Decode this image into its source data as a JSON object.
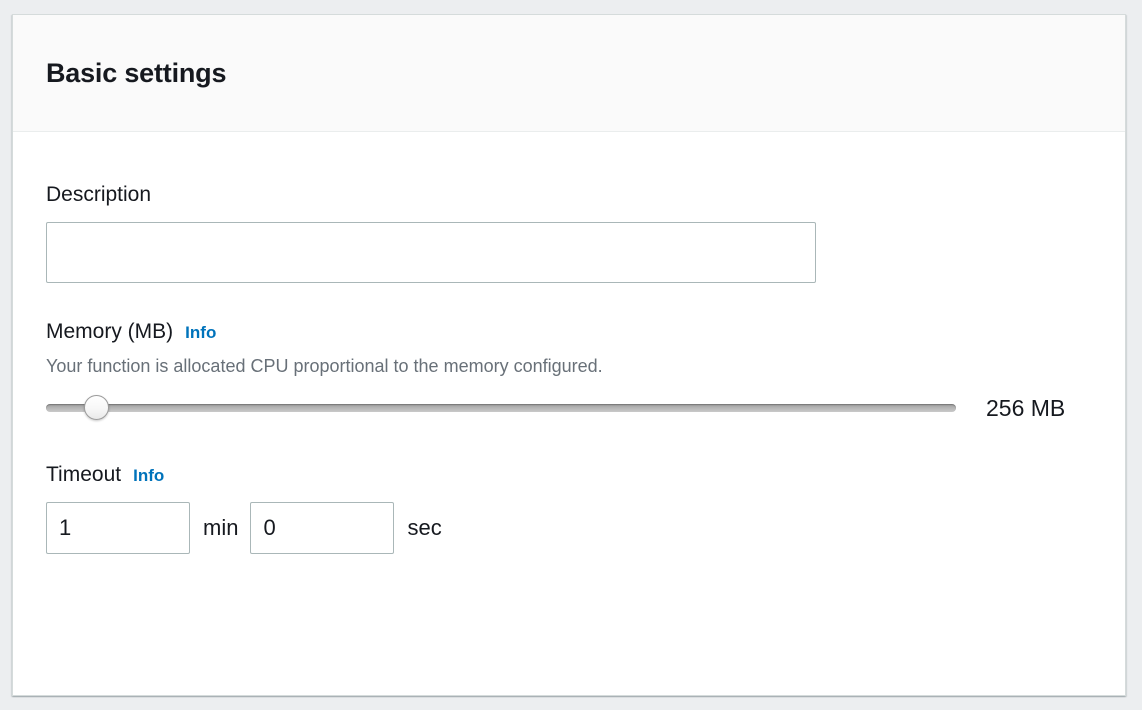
{
  "panel": {
    "title": "Basic settings"
  },
  "description_field": {
    "label": "Description",
    "value": "",
    "placeholder": ""
  },
  "memory_field": {
    "label": "Memory (MB)",
    "info_label": "Info",
    "description": "Your function is allocated CPU proportional to the memory configured.",
    "value_label": "256 MB",
    "value": 256,
    "min": 128,
    "max": 10240,
    "thumb_percent": 4.3
  },
  "timeout_field": {
    "label": "Timeout",
    "info_label": "Info",
    "minutes_value": "1",
    "minutes_unit": "min",
    "seconds_value": "0",
    "seconds_unit": "sec"
  },
  "colors": {
    "accent_link": "#0073bb",
    "text_primary": "#16191f",
    "text_secondary": "#687078",
    "border": "#aab7b8",
    "panel_header_bg": "#fafafa"
  }
}
